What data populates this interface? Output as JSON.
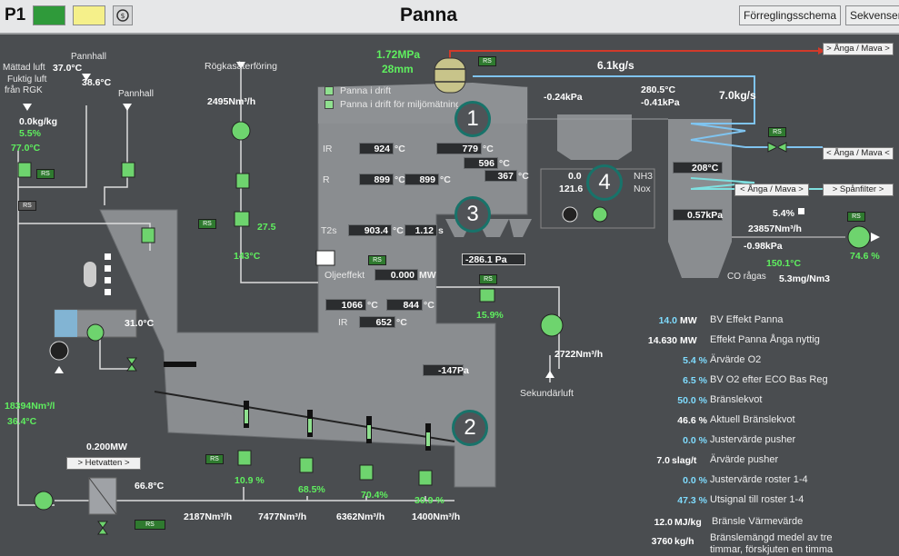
{
  "header": {
    "panel_id": "P1",
    "title": "Panna",
    "buttons": [
      "Förreglingsschema",
      "Sekvenser"
    ],
    "colors": {
      "green": "#2f9a3a",
      "yellow": "#f5f08a"
    }
  },
  "top": {
    "pressure": "1.72MPa",
    "level": "28mm",
    "steam_flow": "6.1kg/s",
    "flow2": "7.0kg/s",
    "anga_mava_top": "> Ånga / Mava >",
    "furnace_pressure": "-0.24kPa",
    "eco_temp": "280.5°C",
    "eco_press": "-0.41kPa"
  },
  "status": {
    "panna_i_drift": "Panna i drift",
    "panna_miljo": "Panna i drift för miljömätning"
  },
  "left": {
    "mattad_luft": "Mättad luft",
    "mattad_luft_temp": "37.0°C",
    "fuktig_luft": "Fuktig luft",
    "fran_rgk": "från RGK",
    "pannhall_top": "Pannhall",
    "temp_mid": "38.6°C",
    "pannhall_right": "Pannhall",
    "kg_kg": "0.0kg/kg",
    "percent": "5.5%",
    "temp77": "77.0°C",
    "rogkas": "Rögkasåterföring",
    "rogkas_flow": "2495Nm³/h",
    "val_27": "27.5",
    "temp143": "143°C",
    "temp31": "31.0°C",
    "flow_left": "18394Nm³/l",
    "temp_left": "36.4°C",
    "hetvatten_mw": "0.200MW",
    "hetvatten": "> Hetvatten >",
    "temp_bottom": "66.8°C",
    "flows": [
      "2187Nm³/h",
      "7477Nm³/h",
      "6362Nm³/h",
      "1400Nm³/h"
    ],
    "pcts": [
      "10.9 %",
      "68.5%",
      "70.4%",
      "30.9 %"
    ]
  },
  "furnace": {
    "ir_label": "IR",
    "ir_temp": "924",
    "ir_temp_right": "779",
    "temp596": "596",
    "temp367": "367",
    "r_label": "R",
    "temp899a": "899",
    "temp899b": "899",
    "t2s_label": "T2s",
    "t2s_val": "903.4",
    "t2s_time": "1.12",
    "oljeeffekt_label": "Oljeeffekt",
    "oljeeffekt_val": "0.000",
    "unit_mw": "MW",
    "unit_c": "°C",
    "unit_s": "s",
    "temp1066": "1066",
    "temp844": "844",
    "ir2_label": "IR",
    "temp652": "652",
    "press_sec": "-286.1 Pa",
    "pct_sec": "15.9%",
    "flow_sec": "2722Nm³/h",
    "sekundarluft": "Sekundärluft",
    "press147": "-147Pa"
  },
  "nh3": {
    "nh3_label": "NH3",
    "nox_label": "Nox",
    "val1": "0.0",
    "val2": "121.6"
  },
  "right": {
    "temp208": "208°C",
    "press057": "0.57kPa",
    "anga_mava_btn": "< Ånga / Mava <",
    "anga_mava_btn2": "< Ånga / Mava >",
    "spanfilter_btn": "> Spånfilter >",
    "o2": "5.4%",
    "flow_right": "23857Nm³/h",
    "press_right": "-0.98kPa",
    "temp_right": "150.1°C",
    "fan_pct": "74.6 %",
    "co_label": "CO rågas",
    "co_val": "5.3mg/Nm3"
  },
  "info_list": [
    {
      "value": "14.0",
      "unit": "MW",
      "label": "BV Effekt Panna"
    },
    {
      "value": "14.630",
      "unit": "MW",
      "label": "Effekt Panna Ånga nyttig"
    },
    {
      "value": "5.4 %",
      "unit": "",
      "label": "Ärvärde O2"
    },
    {
      "value": "6.5 %",
      "unit": "",
      "label": "BV O2 efter ECO Bas Reg"
    },
    {
      "value": "50.0 %",
      "unit": "",
      "label": "Bränslekvot"
    },
    {
      "value": "46.6 %",
      "unit": "",
      "label": "Aktuell Bränslekvot"
    },
    {
      "value": "0.0 %",
      "unit": "",
      "label": "Justervärde pusher"
    },
    {
      "value": "7.0",
      "unit": "slag/t",
      "label": "Ärvärde pusher"
    },
    {
      "value": "0.0 %",
      "unit": "",
      "label": "Justervärde roster 1-4"
    },
    {
      "value": "47.3 %",
      "unit": "",
      "label": "Utsignal till roster 1-4"
    },
    {
      "value": "12.0",
      "unit": "MJ/kg",
      "label": "Bränsle Värmevärde"
    },
    {
      "value": "3760",
      "unit": "kg/h",
      "label": "Bränslemängd medel av tre"
    },
    {
      "value": "",
      "unit": "",
      "label": "timmar, förskjuten en timma"
    }
  ],
  "callouts": [
    "1",
    "2",
    "3",
    "4"
  ],
  "rs": "RS"
}
